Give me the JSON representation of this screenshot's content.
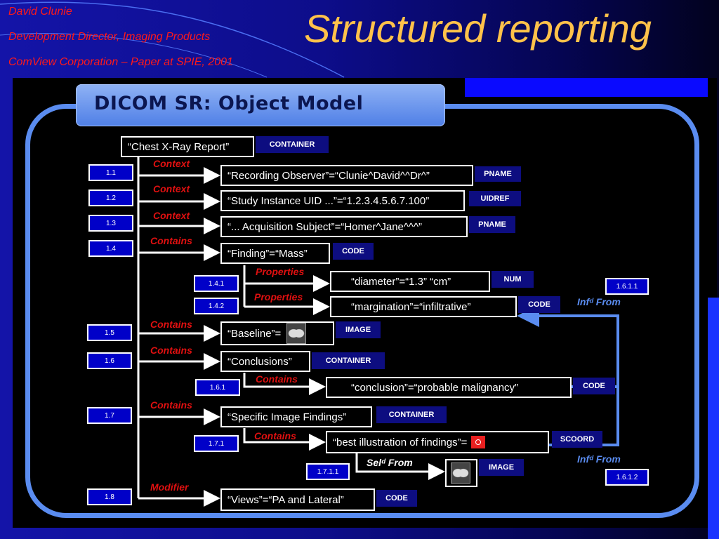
{
  "author": {
    "name": "David Clunie",
    "role": "Development Director, Imaging Products",
    "org": "ComView Corporation – Paper at SPIE, 2001"
  },
  "slide_title": "Structured reporting",
  "diagram": {
    "header": "DICOM SR: Object Model",
    "root": {
      "label": "“Chest X-Ray Report”",
      "type": "CONTAINER"
    },
    "nodes": [
      {
        "index": "1.1",
        "relation": "Context",
        "label": "“Recording Observer”=“Clunie^David^^Dr^”",
        "type": "PNAME"
      },
      {
        "index": "1.2",
        "relation": "Context",
        "label": "“Study Instance UID ...”=“1.2.3.4.5.6.7.100”",
        "type": "UIDREF"
      },
      {
        "index": "1.3",
        "relation": "Context",
        "label": "“... Acquisition Subject”=“Homer^Jane^^^”",
        "type": "PNAME"
      },
      {
        "index": "1.4",
        "relation": "Contains",
        "label": "“Finding”=“Mass”",
        "type": "CODE"
      },
      {
        "index": "1.4.1",
        "relation": "Properties",
        "label": "“diameter”=“1.3” “cm”",
        "type": "NUM"
      },
      {
        "index": "1.4.2",
        "relation": "Properties",
        "label": "“margination”=“infiltrative”",
        "type": "CODE"
      },
      {
        "index": "1.5",
        "relation": "Contains",
        "label": "“Baseline”=",
        "type": "IMAGE"
      },
      {
        "index": "1.6",
        "relation": "Contains",
        "label": "“Conclusions”",
        "type": "CONTAINER"
      },
      {
        "index": "1.6.1",
        "relation": "Contains",
        "label": "“conclusion”=“probable malignancy”",
        "type": "CODE"
      },
      {
        "index": "1.7",
        "relation": "Contains",
        "label": "“Specific Image Findings”",
        "type": "CONTAINER"
      },
      {
        "index": "1.7.1",
        "relation": "Contains",
        "label": "“best illustration of findings”=",
        "type": "SCOORD"
      },
      {
        "index": "1.7.1.1",
        "relation": "Selᵈ From",
        "type": "IMAGE"
      },
      {
        "index": "1.8",
        "relation": "Modifier",
        "label": "“Views”=“PA and Lateral”",
        "type": "CODE"
      }
    ],
    "inferred": [
      {
        "index": "1.6.1.1",
        "relation": "Infᵈ From"
      },
      {
        "index": "1.6.1.2",
        "relation": "Infᵈ From"
      }
    ]
  },
  "colors": {
    "relation": "#e01010",
    "inferred": "#5a8cf0",
    "frame": "#5a8cf0",
    "title": "#ffc24a"
  }
}
